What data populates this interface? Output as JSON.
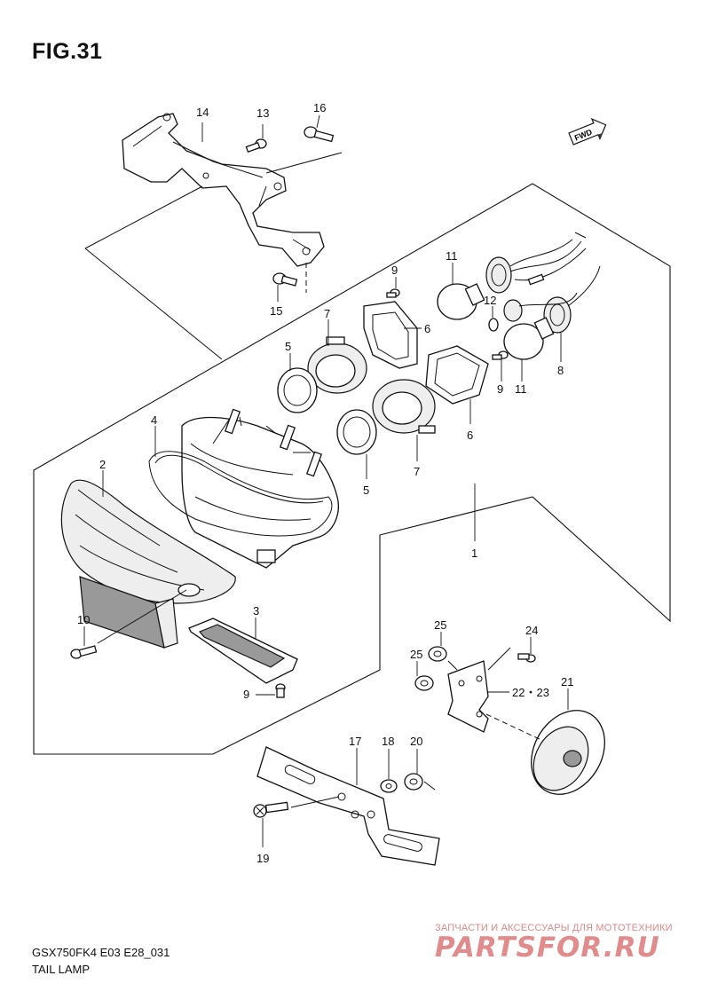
{
  "figure": {
    "title": "FIG.31",
    "fwd_label": "FWD"
  },
  "callouts": {
    "c14": "14",
    "c13": "13",
    "c16": "16",
    "c15": "15",
    "c9a": "9",
    "c11a": "11",
    "c12": "12",
    "c6a": "6",
    "c7a": "7",
    "c5a": "5",
    "c4": "4",
    "c2": "2",
    "c8": "8",
    "c9b": "9",
    "c11b": "11",
    "c6b": "6",
    "c7b": "7",
    "c5b": "5",
    "c1": "1",
    "c10": "10",
    "c3": "3",
    "c9c": "9",
    "c25a": "25",
    "c24": "24",
    "c25b": "25",
    "c22_23": "22・23",
    "c21": "21",
    "c17": "17",
    "c18": "18",
    "c20": "20",
    "c19": "19"
  },
  "footer": {
    "model_code": "GSX750FK4 E03 E28_031",
    "part_name": "TAIL LAMP"
  },
  "watermark": {
    "tagline": "ЗАПЧАСТИ И АКСЕССУАРЫ ДЛЯ МОТОТЕХНИКИ",
    "logo": "PARTSFOR.RU"
  }
}
